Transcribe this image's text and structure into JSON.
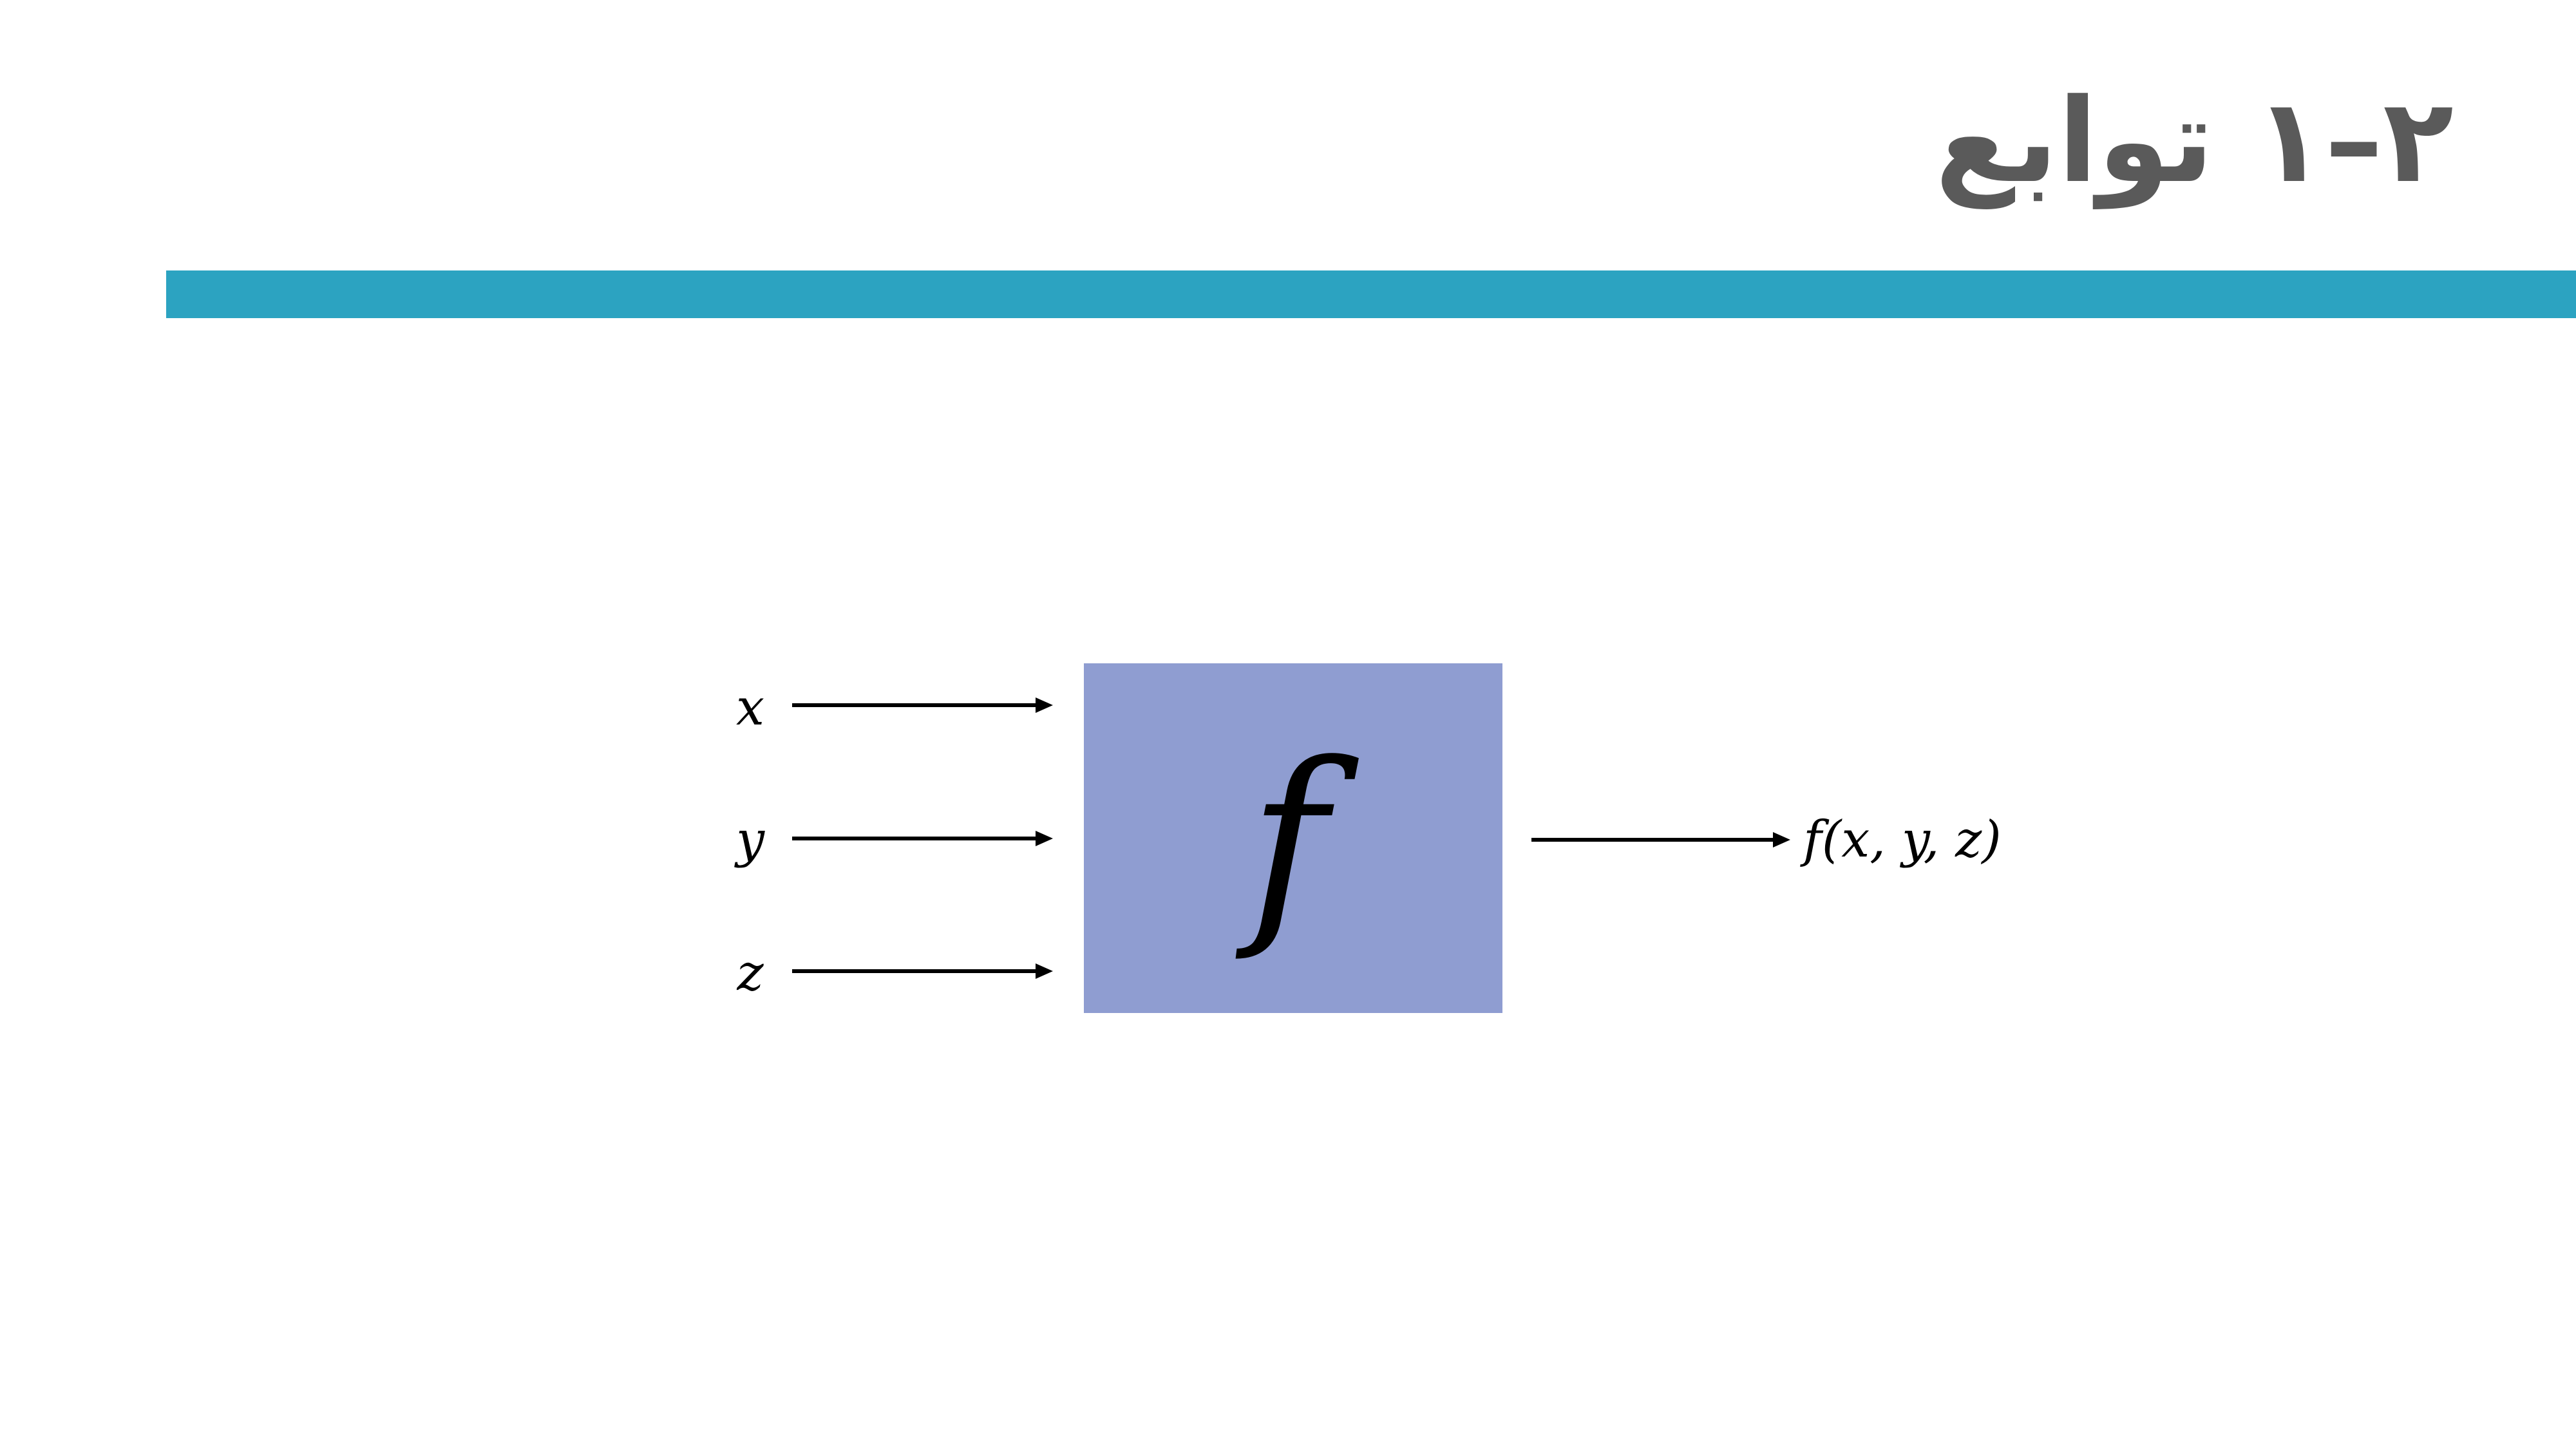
{
  "slide": {
    "title": "۲–۱ توابع"
  },
  "diagram": {
    "inputs": [
      "x",
      "y",
      "z"
    ],
    "function_label": "f",
    "output_label": "f(x, y, z)",
    "box_color": "#8f9dd1",
    "accent_color": "#2ca3c1",
    "title_color": "#5a5a5a"
  }
}
